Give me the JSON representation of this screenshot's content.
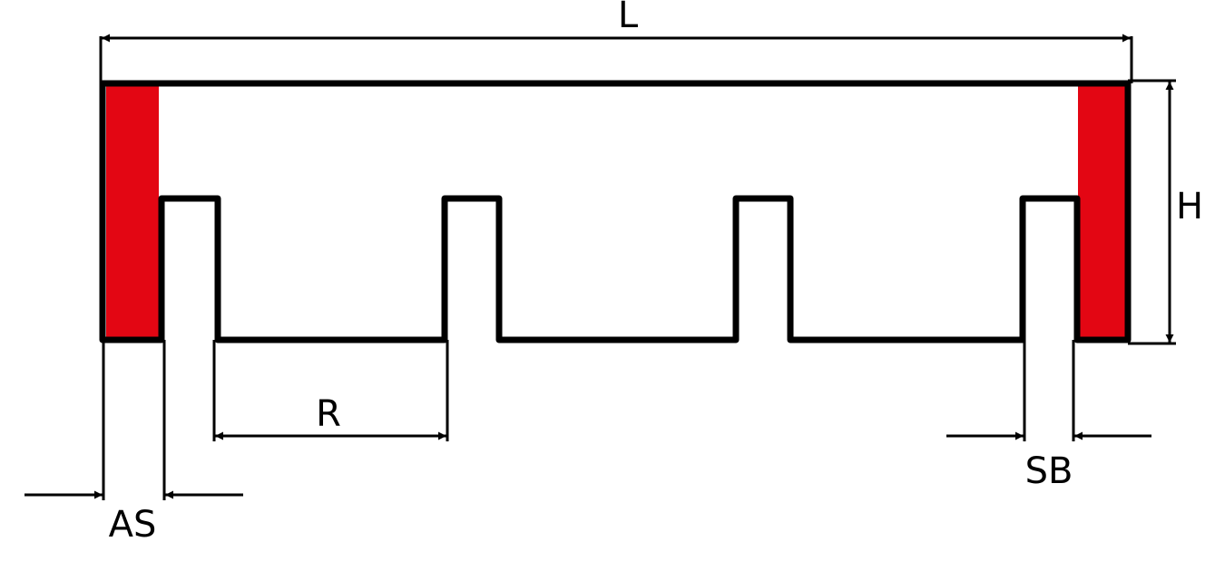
{
  "labels": {
    "length": "L",
    "height": "H",
    "pitch": "R",
    "end_thickness": "AS",
    "web_thickness": "SB"
  },
  "colors": {
    "outline": "#000000",
    "end_piece_fill": "#e30613",
    "background": "#ffffff"
  }
}
